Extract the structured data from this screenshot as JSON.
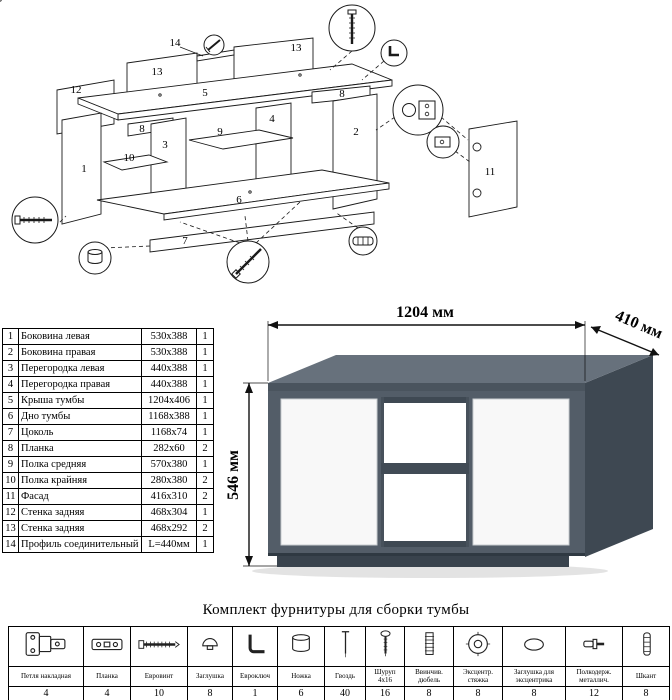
{
  "parts_table": {
    "rows": [
      {
        "num": "1",
        "name": "Боковина левая",
        "size": "530x388",
        "qty": "1"
      },
      {
        "num": "2",
        "name": "Боковина правая",
        "size": "530x388",
        "qty": "1"
      },
      {
        "num": "3",
        "name": "Перегородка левая",
        "size": "440x388",
        "qty": "1"
      },
      {
        "num": "4",
        "name": "Перегородка правая",
        "size": "440x388",
        "qty": "1"
      },
      {
        "num": "5",
        "name": "Крыша тумбы",
        "size": "1204x406",
        "qty": "1"
      },
      {
        "num": "6",
        "name": "Дно тумбы",
        "size": "1168x388",
        "qty": "1"
      },
      {
        "num": "7",
        "name": "Цоколь",
        "size": "1168x74",
        "qty": "1"
      },
      {
        "num": "8",
        "name": "Планка",
        "size": "282x60",
        "qty": "2"
      },
      {
        "num": "9",
        "name": "Полка средняя",
        "size": "570x380",
        "qty": "1"
      },
      {
        "num": "10",
        "name": "Полка крайняя",
        "size": "280x380",
        "qty": "2"
      },
      {
        "num": "11",
        "name": "Фасад",
        "size": "416x310",
        "qty": "2"
      },
      {
        "num": "12",
        "name": "Стенка задняя",
        "size": "468x304",
        "qty": "1"
      },
      {
        "num": "13",
        "name": "Стенка задняя",
        "size": "468x292",
        "qty": "2"
      },
      {
        "num": "14",
        "name": "Профиль соединительный",
        "size": "L=440мм",
        "qty": "1"
      }
    ]
  },
  "cabinet": {
    "width": "1204 мм",
    "depth": "410 мм",
    "height": "546 мм",
    "body_color": "#535d68",
    "top_color": "#67717c",
    "side_color": "#3e4852",
    "door_color": "#f8f8f8"
  },
  "diagram": {
    "labels": [
      "14",
      "13",
      "12",
      "13",
      "5",
      "8",
      "8",
      "9",
      "3",
      "2",
      "10",
      "1",
      "4",
      "6",
      "7",
      "11"
    ]
  },
  "hardware": {
    "title": "Комплект фурнитуры для сборки тумбы",
    "items": [
      {
        "name": "Петля накладная",
        "qty": "4",
        "icon": "hinge-icon"
      },
      {
        "name": "Планка",
        "qty": "4",
        "icon": "mounting-plate-icon"
      },
      {
        "name": "Евровинт",
        "qty": "10",
        "icon": "confirmat-screw-icon"
      },
      {
        "name": "Заглушка",
        "qty": "8",
        "icon": "cap-icon"
      },
      {
        "name": "Евроключ",
        "qty": "1",
        "icon": "allen-key-icon"
      },
      {
        "name": "Ножка",
        "qty": "6",
        "icon": "leg-icon"
      },
      {
        "name": "Гвоздь",
        "qty": "40",
        "icon": "nail-icon"
      },
      {
        "name": "Шуруп 4x16",
        "qty": "16",
        "icon": "screw-icon"
      },
      {
        "name": "Ввинчив. дюбель",
        "qty": "8",
        "icon": "screw-dowel-icon"
      },
      {
        "name": "Эксцентр. стяжка",
        "qty": "8",
        "icon": "eccentric-cam-icon"
      },
      {
        "name": "Заглушка для эксцентрика",
        "qty": "8",
        "icon": "eccentric-cap-icon"
      },
      {
        "name": "Полкодерж. металлич.",
        "qty": "12",
        "icon": "shelf-support-icon"
      },
      {
        "name": "Шкант",
        "qty": "8",
        "icon": "wood-dowel-icon"
      }
    ]
  }
}
